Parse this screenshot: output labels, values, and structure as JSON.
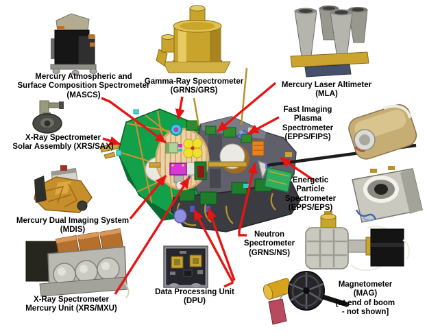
{
  "diagram": {
    "subject": "spacecraft-instrument-callout-diagram",
    "background": "#ffffff"
  },
  "colors": {
    "arrow_red": "#e81313",
    "label_text": "#000000",
    "solar_panel_green": "#12a14a",
    "adapter_ring_tan": "#eed2a6",
    "gold_instrument": "#c9a42c",
    "deck_gray": "#60606a",
    "magenta_box": "#d838d8",
    "fuel_tank_yellow": "#f0e030"
  },
  "labels": {
    "mascs": "Mercury Atmospheric and\nSurface Composition Spectrometer\n(MASCS)",
    "grs": "Gamma-Ray Spectrometer\n(GRNS/GRS)",
    "mla": "Mercury Laser Altimeter\n(MLA)",
    "fips": "Fast Imaging\nPlasma\nSpectrometer\n(EPPS/FIPS)",
    "sax": "X-Ray Spectrometer\nSolar Assembly (XRS/SAX)",
    "eps": "Energetic\nParticle\nSpectrometer\n(EPPS/EPS)",
    "mdis": "Mercury Dual Imaging System\n(MDIS)",
    "ns": "Neutron\nSpectrometer\n(GRNS/NS)",
    "mxu": "X-Ray Spectrometer\nMercury Unit (XRS/MXU)",
    "dpu": "Data Processing Unit\n(DPU)",
    "mag": "Magnetometer\n(MAG)\n[at end of boom\n- not shown]"
  }
}
